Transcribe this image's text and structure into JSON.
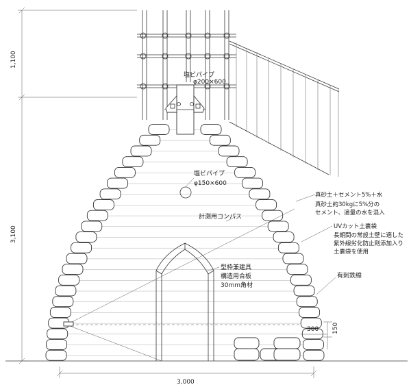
{
  "dimensions": {
    "top_height": "1,100",
    "main_height": "3,100",
    "width": "3,000",
    "bag_width": "300",
    "bag_height": "150"
  },
  "labels": {
    "pipe_top_name": "塩ビパイプ",
    "pipe_top_size": "φ200×600",
    "pipe_mid_name": "塩ビパイプ",
    "pipe_mid_size": "φ150×600",
    "compass": "計測用コンパス",
    "soil_mix_title": "真砂土＋セメント5%＋水",
    "soil_mix_line1": "真砂土約30kgに5%分の",
    "soil_mix_line2": "セメント、適量の水を混入",
    "uv_bag_title": "UVカット土嚢袋",
    "uv_bag_line1": "長期間の常設土壁に適した",
    "uv_bag_line2": "紫外線劣化防止剤添加入り",
    "uv_bag_line3": "土嚢袋を使用",
    "barbed_wire": "有刺鉄線",
    "formwork_line1": "型枠兼建具",
    "formwork_line2": "構造用合板",
    "formwork_line3": "30mm角材"
  }
}
